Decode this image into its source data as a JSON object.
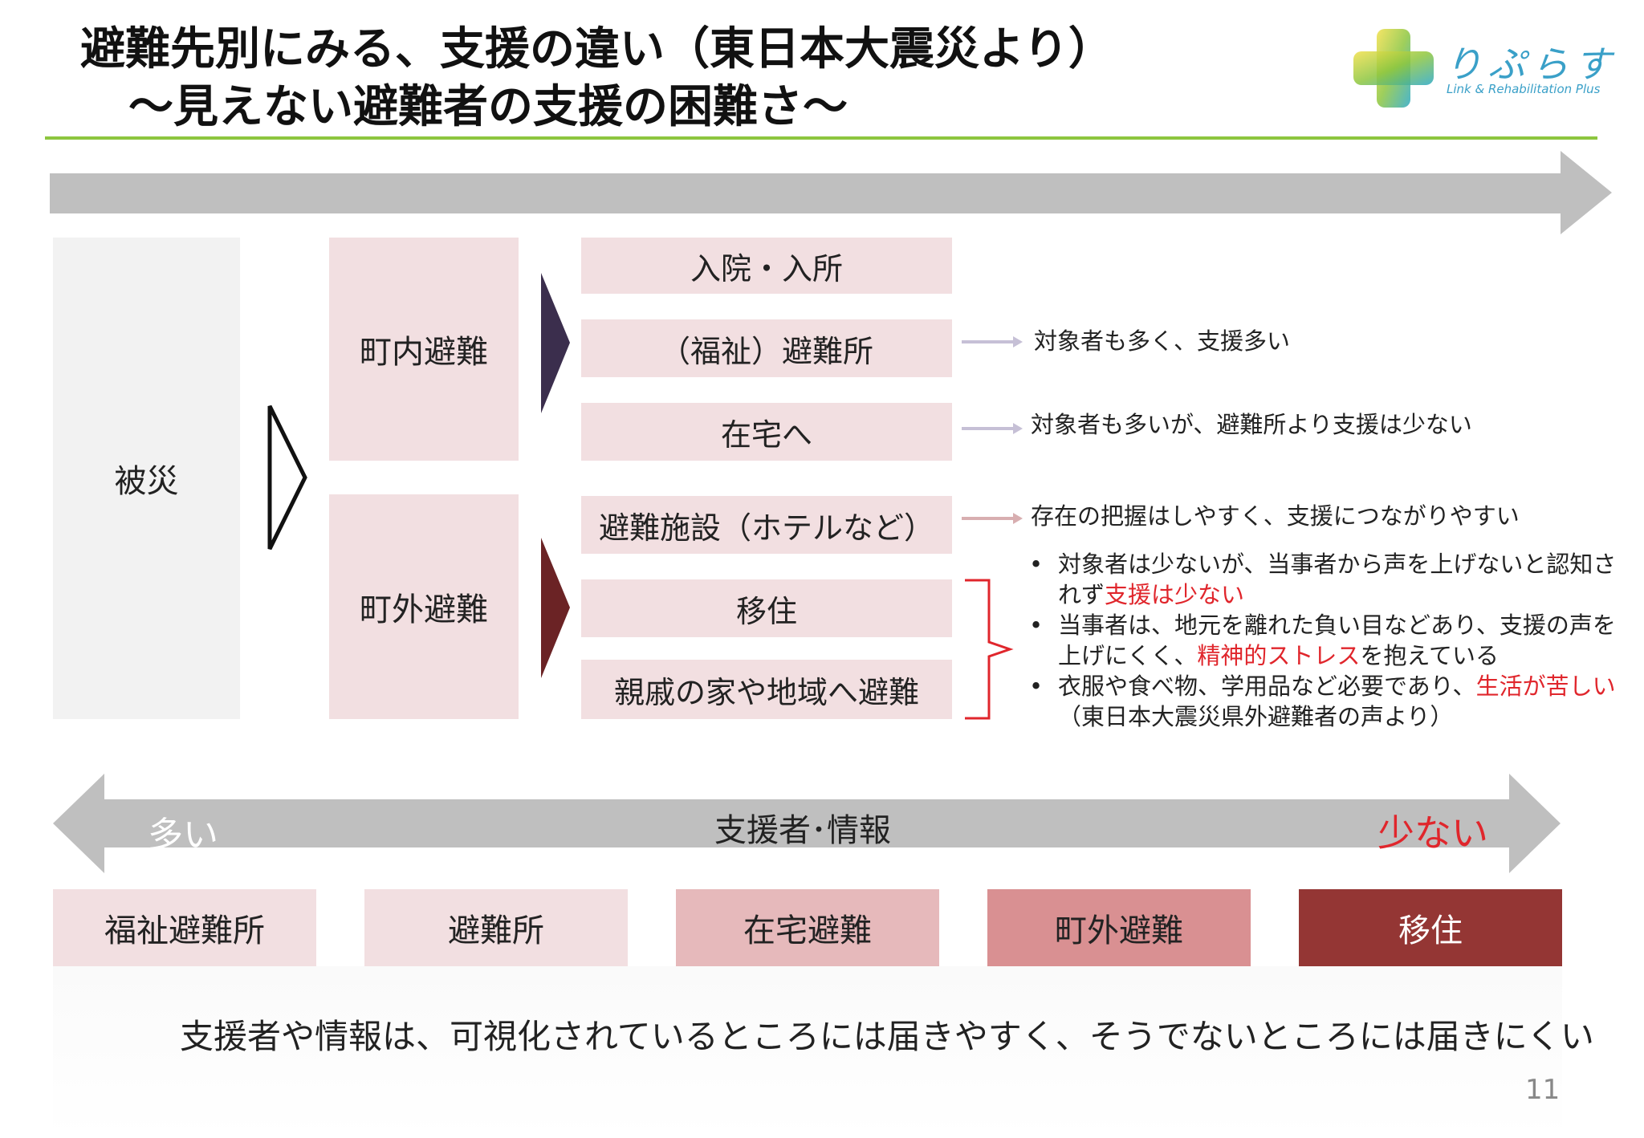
{
  "title": {
    "line1": "避難先別にみる、支援の違い（東日本大震災より）",
    "line2": "〜見えない避難者の支援の困難さ〜"
  },
  "logo": {
    "name": "りぷらす",
    "tagline": "Link & Rehabilitation Plus"
  },
  "colors": {
    "title_rule": "#8dc63f",
    "timeline_arrow": "#bfbfbf",
    "box_pink": "#f2dfe1",
    "accent_red": "#e0262c",
    "in_town_triangle": "#3b2e4d",
    "out_town_triangle": "#6b2325"
  },
  "diagram": {
    "disaster": "被災",
    "in_town": {
      "label": "町内避難",
      "options": [
        "入院・入所",
        "（福祉）避難所",
        "在宅へ"
      ]
    },
    "out_town": {
      "label": "町外避難",
      "options": [
        "避難施設（ホテルなど）",
        "移住",
        "親戚の家や地域へ避難"
      ]
    },
    "notes": {
      "welfare_shelter": "対象者も多く、支援多い",
      "home": "対象者も多いが、避難所より支援は少ない",
      "facility": "存在の把握はしやすく、支援につながりやすい"
    },
    "bullets": [
      {
        "pre": "対象者は少ないが、当事者から声を上げないと認知されず",
        "red": "支援は少ない",
        "post": ""
      },
      {
        "pre": "当事者は、地元を離れた負い目などあり、支援の声を上げにくく、",
        "red": "精神的ストレス",
        "post": "を抱えている"
      },
      {
        "pre": "衣服や食べ物、学用品など必要であり、",
        "red": "生活が苦しい",
        "post": "（東日本大震災県外避難者の声より）"
      }
    ]
  },
  "scale": {
    "left": "多い",
    "center": "支援者･情報",
    "right": "少ない"
  },
  "levels": [
    {
      "label": "福祉避難所",
      "color": "#f2dfe1",
      "text_color": "#222222"
    },
    {
      "label": "避難所",
      "color": "#f2dfe1",
      "text_color": "#222222"
    },
    {
      "label": "在宅避難",
      "color": "#e6b9bb",
      "text_color": "#222222"
    },
    {
      "label": "町外避難",
      "color": "#d99092",
      "text_color": "#222222"
    },
    {
      "label": "移住",
      "color": "#943634",
      "text_color": "#ffffff"
    }
  ],
  "conclusion": "支援者や情報は、可視化されているところには届きやすく、そうでないところには届きにくい",
  "page_number": "11"
}
